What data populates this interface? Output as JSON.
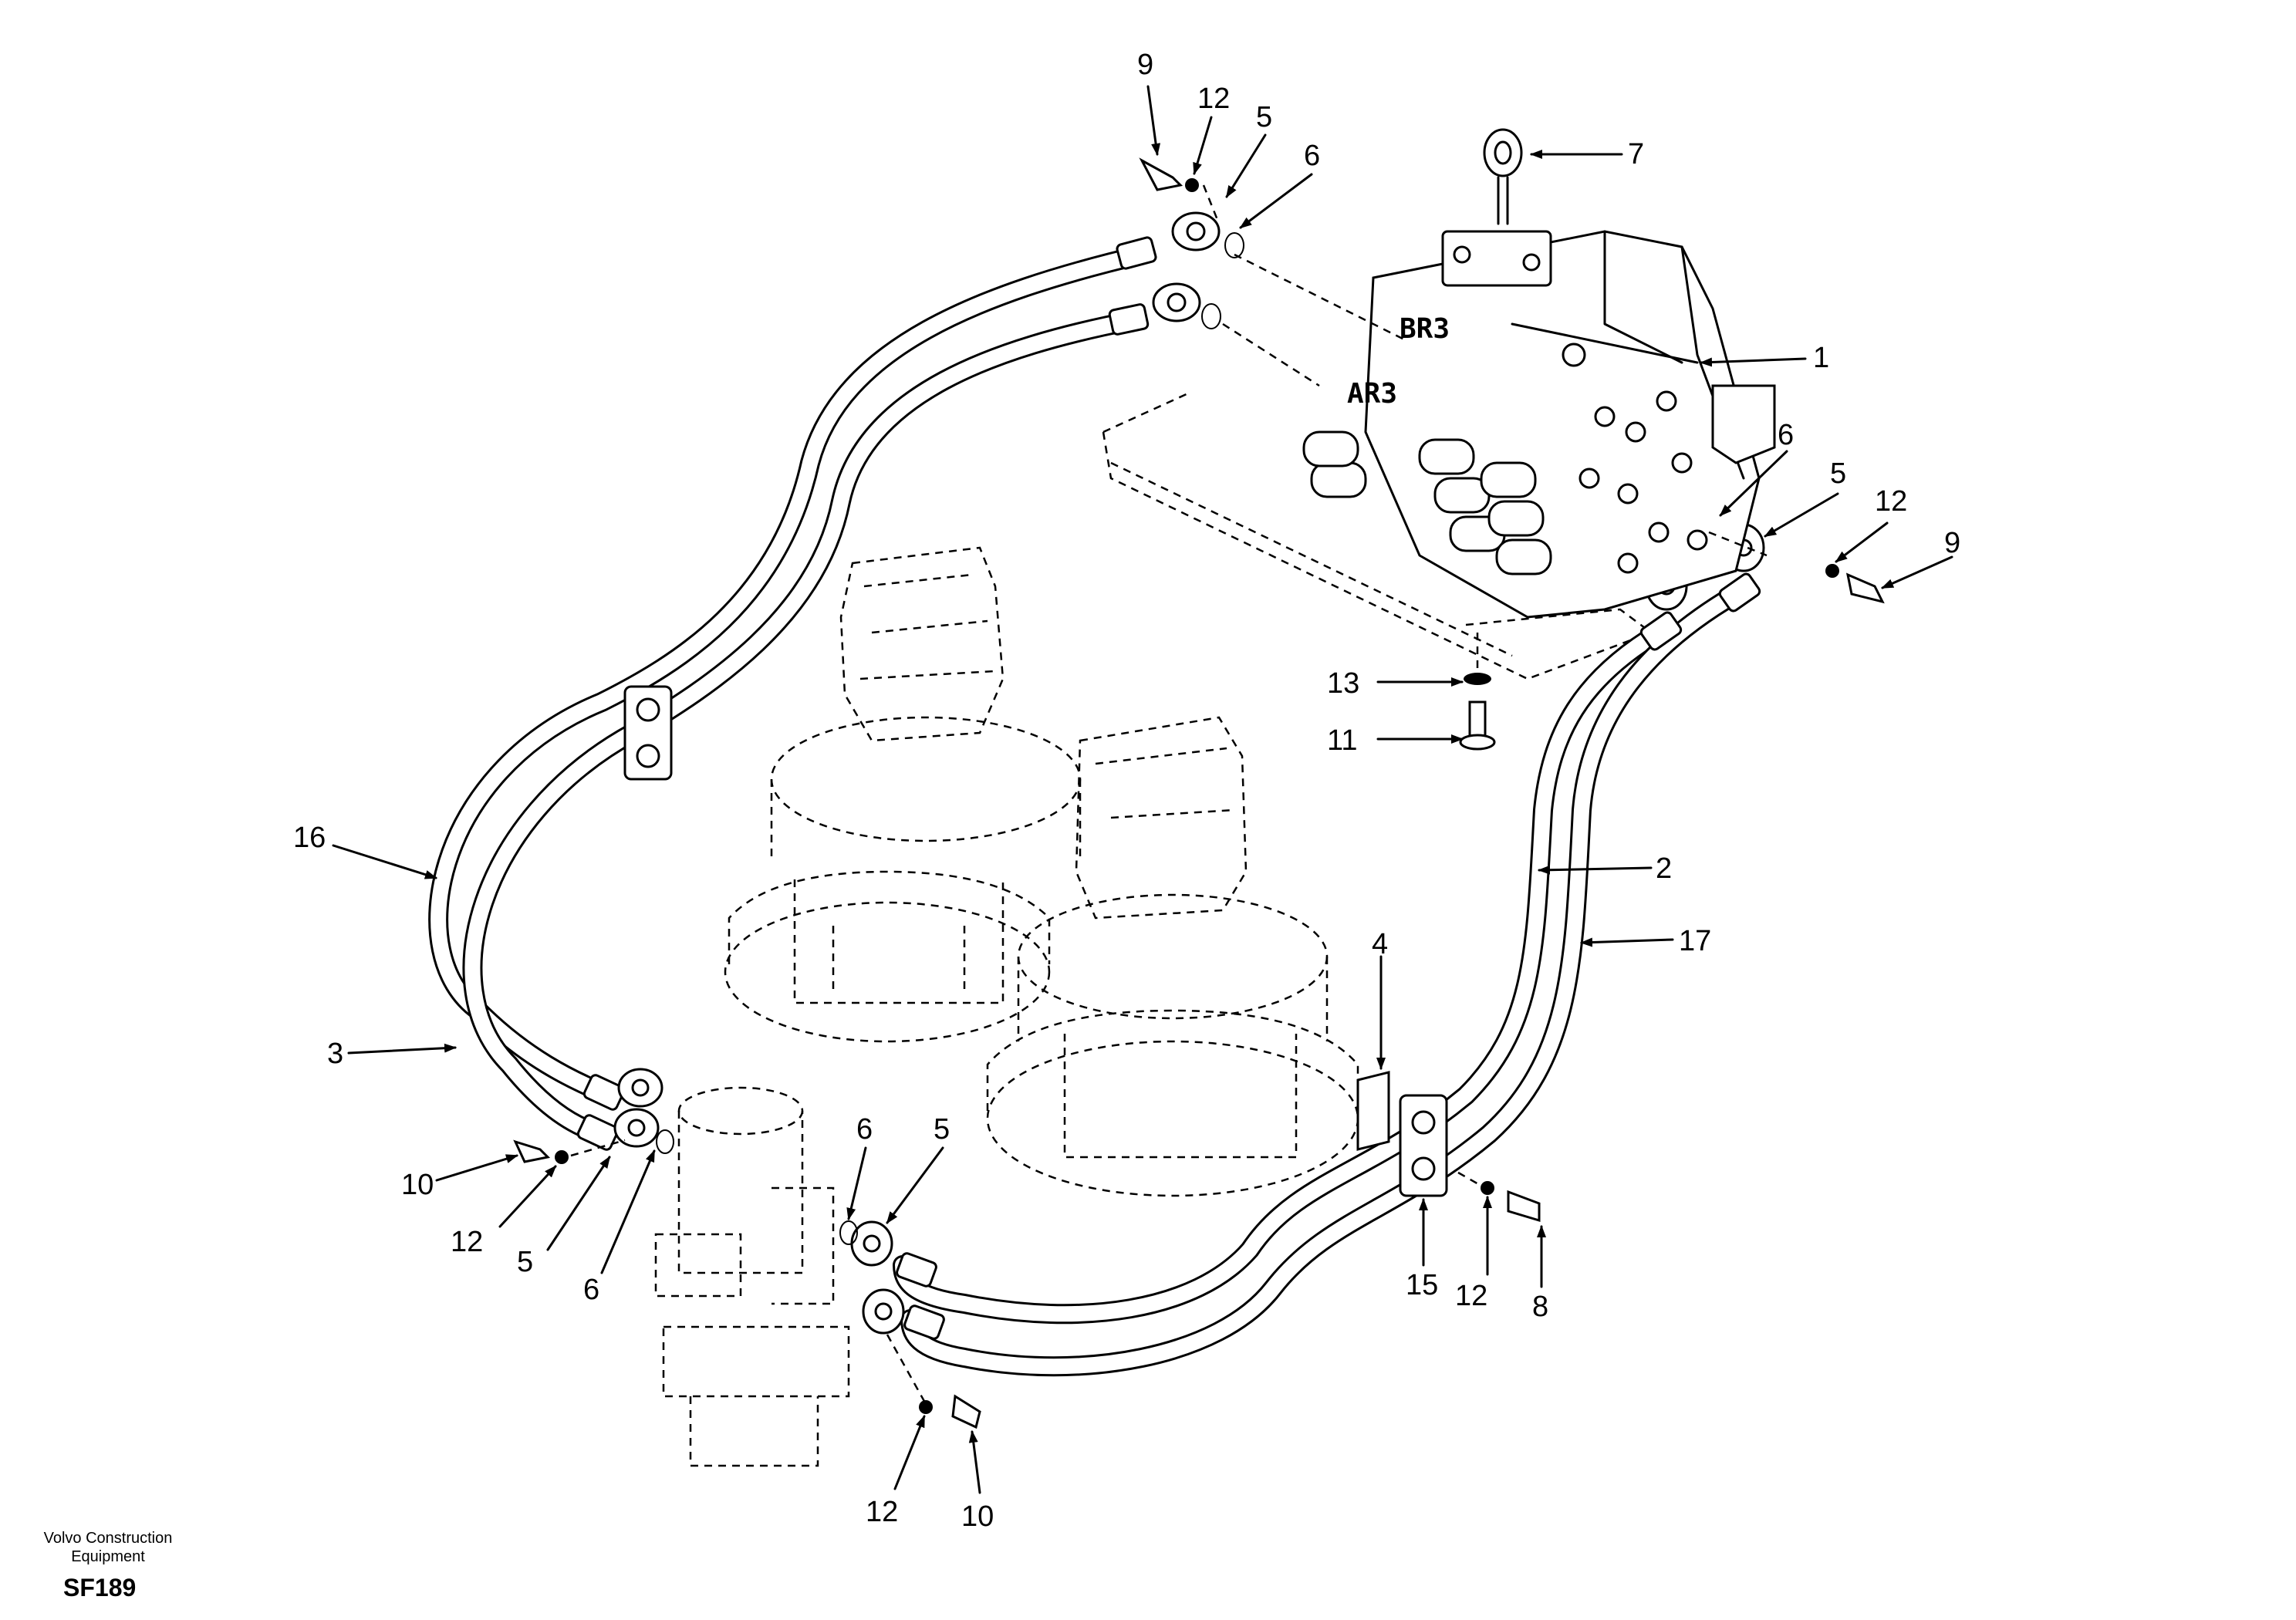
{
  "footer": {
    "company": "Volvo Construction Equipment",
    "code": "SF189"
  },
  "ports": {
    "br3": "BR3",
    "ar3": "AR3"
  },
  "callouts": [
    {
      "id": "c9a",
      "label": "9"
    },
    {
      "id": "c12a",
      "label": "12"
    },
    {
      "id": "c5a",
      "label": "5"
    },
    {
      "id": "c6a",
      "label": "6"
    },
    {
      "id": "c7",
      "label": "7"
    },
    {
      "id": "c1",
      "label": "1"
    },
    {
      "id": "c6b",
      "label": "6"
    },
    {
      "id": "c5b",
      "label": "5"
    },
    {
      "id": "c12b",
      "label": "12"
    },
    {
      "id": "c9b",
      "label": "9"
    },
    {
      "id": "c13",
      "label": "13"
    },
    {
      "id": "c11",
      "label": "11"
    },
    {
      "id": "c16",
      "label": "16"
    },
    {
      "id": "c2",
      "label": "2"
    },
    {
      "id": "c17",
      "label": "17"
    },
    {
      "id": "c4",
      "label": "4"
    },
    {
      "id": "c3",
      "label": "3"
    },
    {
      "id": "c10a",
      "label": "10"
    },
    {
      "id": "c12c",
      "label": "12"
    },
    {
      "id": "c5c",
      "label": "5"
    },
    {
      "id": "c6c",
      "label": "6"
    },
    {
      "id": "c6d",
      "label": "6"
    },
    {
      "id": "c5d",
      "label": "5"
    },
    {
      "id": "c15",
      "label": "15"
    },
    {
      "id": "c12d",
      "label": "12"
    },
    {
      "id": "c8",
      "label": "8"
    },
    {
      "id": "c12e",
      "label": "12"
    },
    {
      "id": "c10b",
      "label": "10"
    }
  ]
}
